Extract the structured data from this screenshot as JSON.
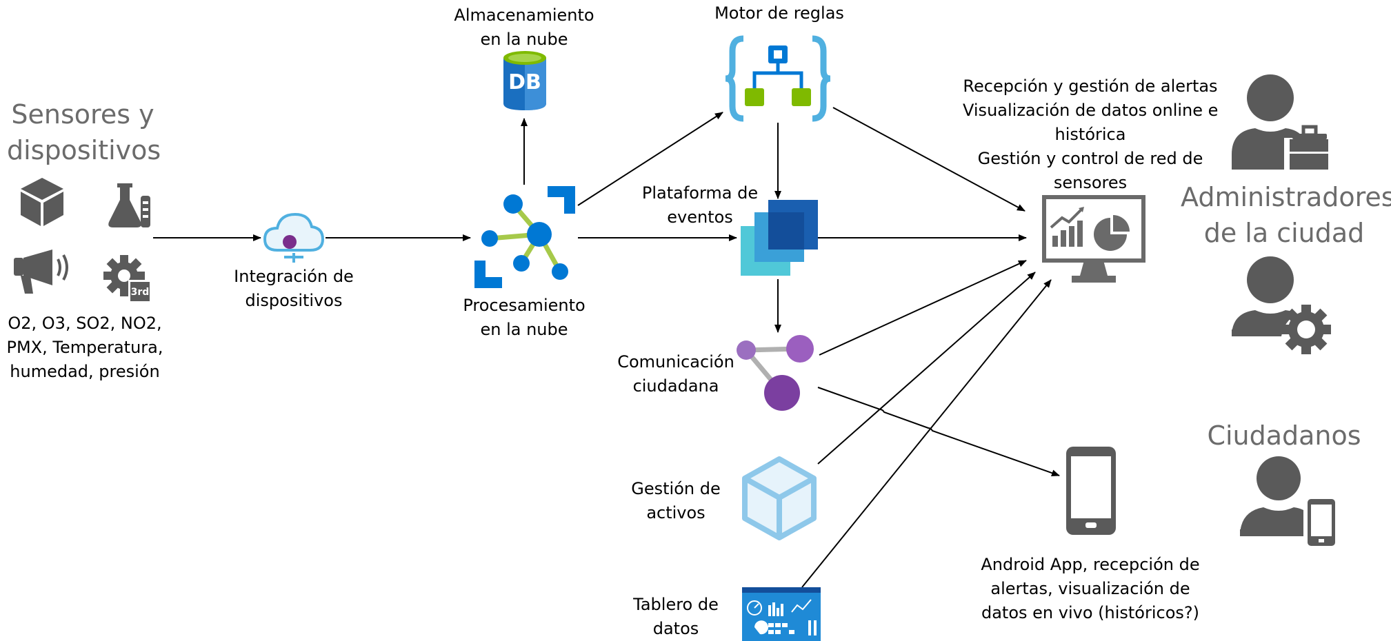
{
  "groups": {
    "sensors_title": [
      "Sensores y",
      "dispositivos"
    ],
    "admins_title": [
      "Administradores",
      "de la ciudad"
    ],
    "citizens_title": "Ciudadanos"
  },
  "labels": {
    "pollutants": [
      "O2, O3, SO2, NO2,",
      "PMX, Temperatura,",
      "humedad, presión"
    ],
    "device_integration": [
      "Integración de",
      "dispositivos"
    ],
    "cloud_storage": [
      "Almacenamiento",
      "en la nube"
    ],
    "cloud_processing": [
      "Procesamiento",
      "en la nube"
    ],
    "rules_engine": "Motor de reglas",
    "events_platform": [
      "Plataforma de",
      "eventos"
    ],
    "citizen_comm": [
      "Comunicación",
      "ciudadana"
    ],
    "asset_mgmt": [
      "Gestión de",
      "activos"
    ],
    "data_dashboard": [
      "Tablero de",
      "datos"
    ],
    "admin_features": [
      "Recepción y gestión de alertas",
      "Visualización de datos online e",
      "histórica",
      "Gestión y control de red de",
      "sensores"
    ],
    "android_app": [
      "Android App, recepción de",
      "alertas, visualización de",
      "datos en vivo (históricos?)"
    ],
    "db_icon_text": "DB",
    "third_party_badge": "3rd"
  },
  "colors": {
    "azure_blue": "#0078d4",
    "light_blue": "#50b0e0",
    "gray_icon": "#5a5a5a",
    "green": "#7fba00",
    "purple": "#8a4fa7",
    "cyan": "#50c8d8",
    "big_text": "#6b6b6b"
  }
}
